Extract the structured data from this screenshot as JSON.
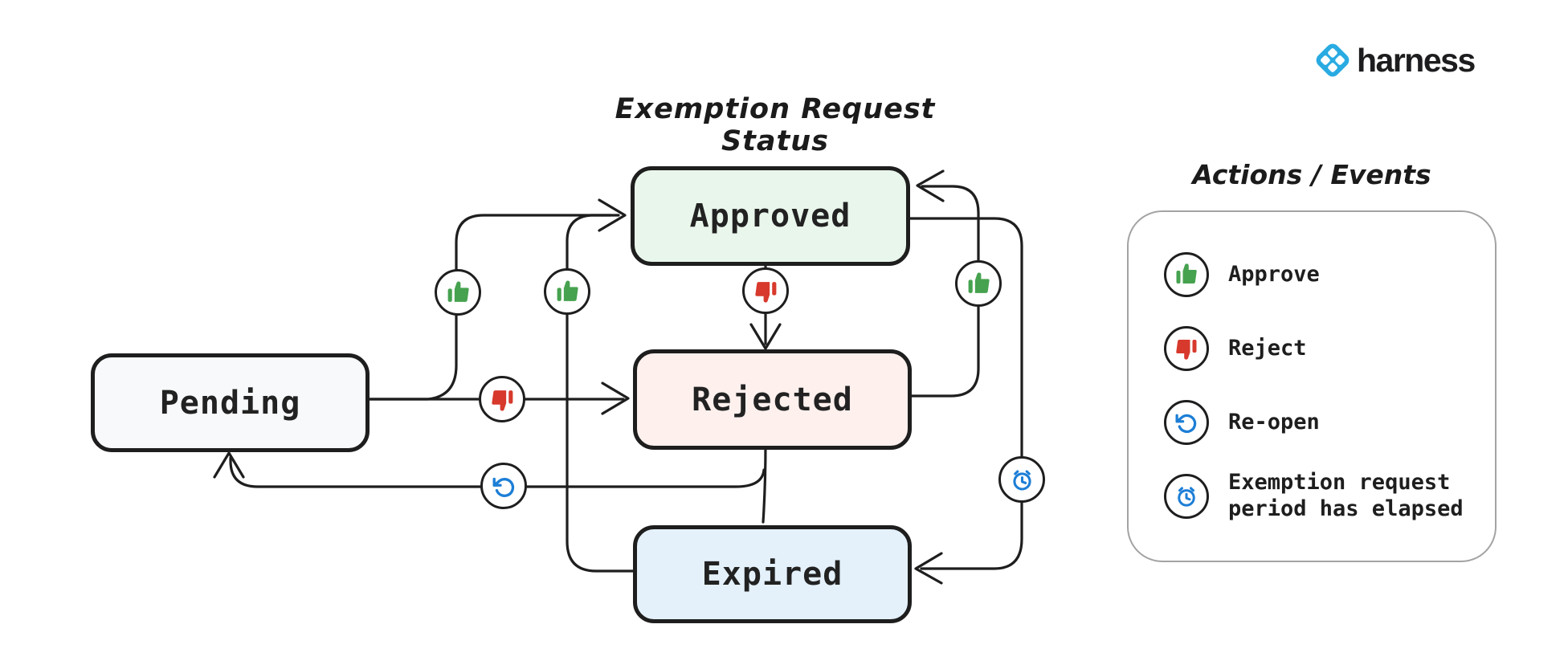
{
  "title": "Exemption Request Status",
  "logo": {
    "text": "harness",
    "icon_color": "#29abe2"
  },
  "states": {
    "pending": {
      "label": "Pending",
      "fill": "#f7f9fa"
    },
    "approved": {
      "label": "Approved",
      "fill": "#e9f6ec"
    },
    "rejected": {
      "label": "Rejected",
      "fill": "#fdf0ed"
    },
    "expired": {
      "label": "Expired",
      "fill": "#e4f1fb"
    }
  },
  "legend": {
    "title": "Actions / Events",
    "items": [
      {
        "icon": "thumbs-up-icon",
        "label": "Approve",
        "color": "#46a24f"
      },
      {
        "icon": "thumbs-down-icon",
        "label": "Reject",
        "color": "#d7392c"
      },
      {
        "icon": "rotate-ccw-icon",
        "label": "Re-open",
        "color": "#1c7ed6"
      },
      {
        "icon": "alarm-clock-icon",
        "label": "Exemption request period has elapsed",
        "color": "#1c7ed6"
      }
    ]
  },
  "transitions": [
    {
      "from": "Pending",
      "to": "Approved",
      "action": "Approve"
    },
    {
      "from": "Pending",
      "to": "Rejected",
      "action": "Reject"
    },
    {
      "from": "Approved",
      "to": "Rejected",
      "action": "Reject"
    },
    {
      "from": "Rejected",
      "to": "Approved",
      "action": "Approve"
    },
    {
      "from": "Expired",
      "to": "Approved",
      "action": "Approve"
    },
    {
      "from": "Approved",
      "to": "Expired",
      "action": "Exemption request period has elapsed"
    },
    {
      "from": "Rejected",
      "to": "Pending",
      "action": "Re-open"
    },
    {
      "from": "Rejected",
      "to": "Expired",
      "action": ""
    }
  ],
  "colors": {
    "ink": "#1e1e1e",
    "green": "#46a24f",
    "red": "#d7392c",
    "blue": "#1c7ed6"
  }
}
